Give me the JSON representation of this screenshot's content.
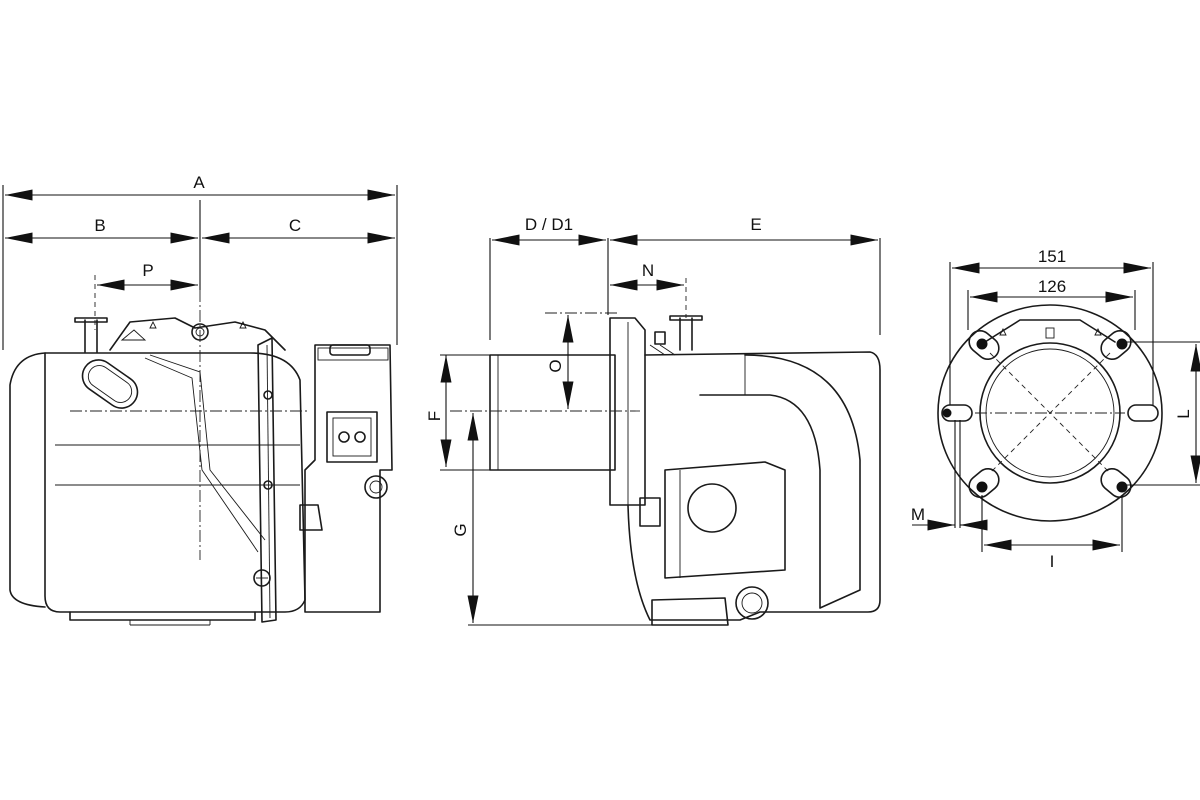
{
  "dimensions": {
    "A": "A",
    "B": "B",
    "C": "C",
    "P": "P",
    "D_D1": "D / D1",
    "E": "E",
    "N": "N",
    "O": "O",
    "F": "F",
    "G": "G",
    "d151": "151",
    "d126": "126",
    "L": "L",
    "M": "M",
    "I": "I"
  },
  "colors": {
    "line": "#1a1a1a",
    "background": "#ffffff"
  }
}
